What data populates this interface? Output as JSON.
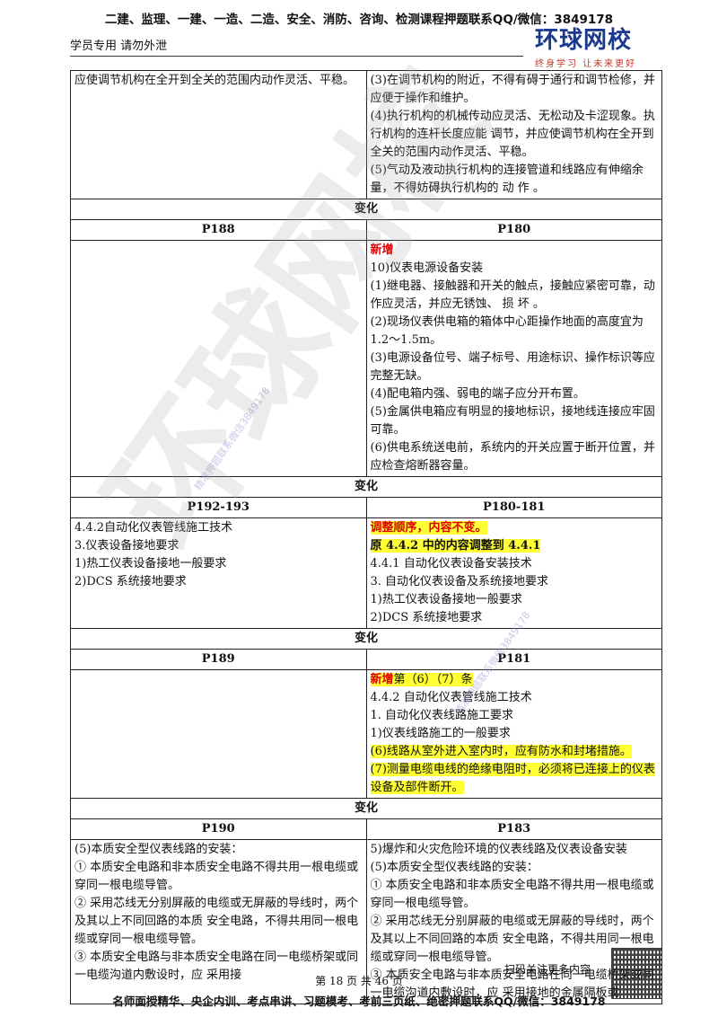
{
  "header": {
    "top_banner": "二建、监理、一建、一造、二造、安全、消防、咨询、检测课程押题联系QQ/微信：3849178",
    "left_note": "学员专用 请勿外泄",
    "logo_main": "环球网校",
    "logo_sub": "终身学习 让未来更好"
  },
  "rows": [
    {
      "left": [
        "应使调节机构在全开到全关的范围内动作灵活、平稳。"
      ],
      "right": [
        "(3)在调节机构的附近，不得有碍于通行和调节检修，并应便于操作和维护。",
        "(4)执行机构的机械传动应灵活、无松动及卡涩现象。执行机构的连杆长度应能 调节，并应使调节机构在全开到全关的范围内动作灵活、平稳。",
        "(5)气动及液动执行机构的连接管道和线路应有伸缩余量，不得妨碍执行机构的 动 作 。"
      ]
    }
  ],
  "sections": [
    {
      "bar": "变化",
      "left_page": "P188",
      "right_page": "P180",
      "left_lines": [],
      "right_tag": "新增",
      "right_lines": [
        "10)仪表电源设备安装",
        "(1)继电器、接触器和开关的触点，接触应紧密可靠，动作应灵活，并应无锈蚀、 损 坏 。",
        "(2)现场仪表供电箱的箱体中心距操作地面的高度宜为1.2～1.5m。",
        "(3)电源设备位号、端子标号、用途标识、操作标识等应完整无缺。",
        "(4)配电箱内强、弱电的端子应分开布置。",
        "(5)金属供电箱应有明显的接地标识，接地线连接应牢固可靠。",
        "(6)供电系统送电前，系统内的开关应置于断开位置，并应检查熔断器容量。"
      ]
    },
    {
      "bar": "变化",
      "left_page": "P192-193",
      "right_page": "P180-181",
      "left_lines": [
        "4.4.2自动化仪表管线施工技术",
        "3.仪表设备接地要求",
        "1)热工仪表设备接地一般要求",
        "2)DCS 系统接地要求"
      ],
      "right_hl1": "调整顺序，内容不变。",
      "right_hl2": "原 4.4.2 中的内容调整到 4.4.1",
      "right_lines": [
        "4.4.1 自动化仪表设备安装技术",
        "3. 自动化仪表设备及系统接地要求",
        "1)热工仪表设备接地一般要求",
        "2)DCS 系统接地要求"
      ]
    },
    {
      "bar": "变化",
      "left_page": "P189",
      "right_page": "P181",
      "left_lines": [],
      "right_tag_red": "新增",
      "right_tag_rest": "第（6）（7）条",
      "right_lines": [
        "4.4.2 自动化仪表管线施工技术",
        "1. 自动化仪表线路施工要求",
        "1)仪表线路施工的一般要求"
      ],
      "right_hl_lines": [
        "(6)线路从室外进入室内时，应有防水和封堵措施。",
        "(7)测量电缆电线的绝缘电阻时，必须将已连接上的仪表设备及部件断开。"
      ]
    },
    {
      "bar": "变化",
      "left_page": "P190",
      "right_page": "P183",
      "left_lines": [
        "(5)本质安全型仪表线路的安装：",
        "① 本质安全电路和非本质安全电路不得共用一根电缆或穿同一根电缆导管。",
        "② 采用芯线无分别屏蔽的电缆或无屏蔽的导线时，两个及其以上不同回路的本质 安全电路，不得共用同一根电缆或穿同一根电缆导管。",
        "③ 本质安全电路与非本质安全电路在同一电缆桥架或同一电缆沟道内敷设时，应 采用接"
      ],
      "right_lines": [
        "5)爆炸和火灾危险环境的仪表线路及仪表设备安装",
        "(5)本质安全型仪表线路的安装：",
        "① 本质安全电路和非本质安全电路不得共用一根电缆或穿同一根电缆导管。",
        "② 采用芯线无分别屏蔽的电缆或无屏蔽的导线时，两个及其以上不同回路的本质 安全电路，不得共用同一根电缆或穿同一根电缆导管。",
        "③ 本质安全电路与非本质安全电路在同一电缆桥架或同一电缆沟道内敷设时，应 采用接地的金属隔板或"
      ]
    }
  ],
  "footer": {
    "page_info": "第 18 页 共 46 页",
    "scan_note": "扫码关注更多内容",
    "bottom_banner": "名师面授精华、央企内训、考点串讲、习题模考、考前三页纸、绝密押题联系QQ/微信：3849178"
  },
  "watermarks": {
    "large": "环球网校",
    "small_1": "精准押题联系微信3849178",
    "small_2": "精准押题联系微信3849178"
  }
}
